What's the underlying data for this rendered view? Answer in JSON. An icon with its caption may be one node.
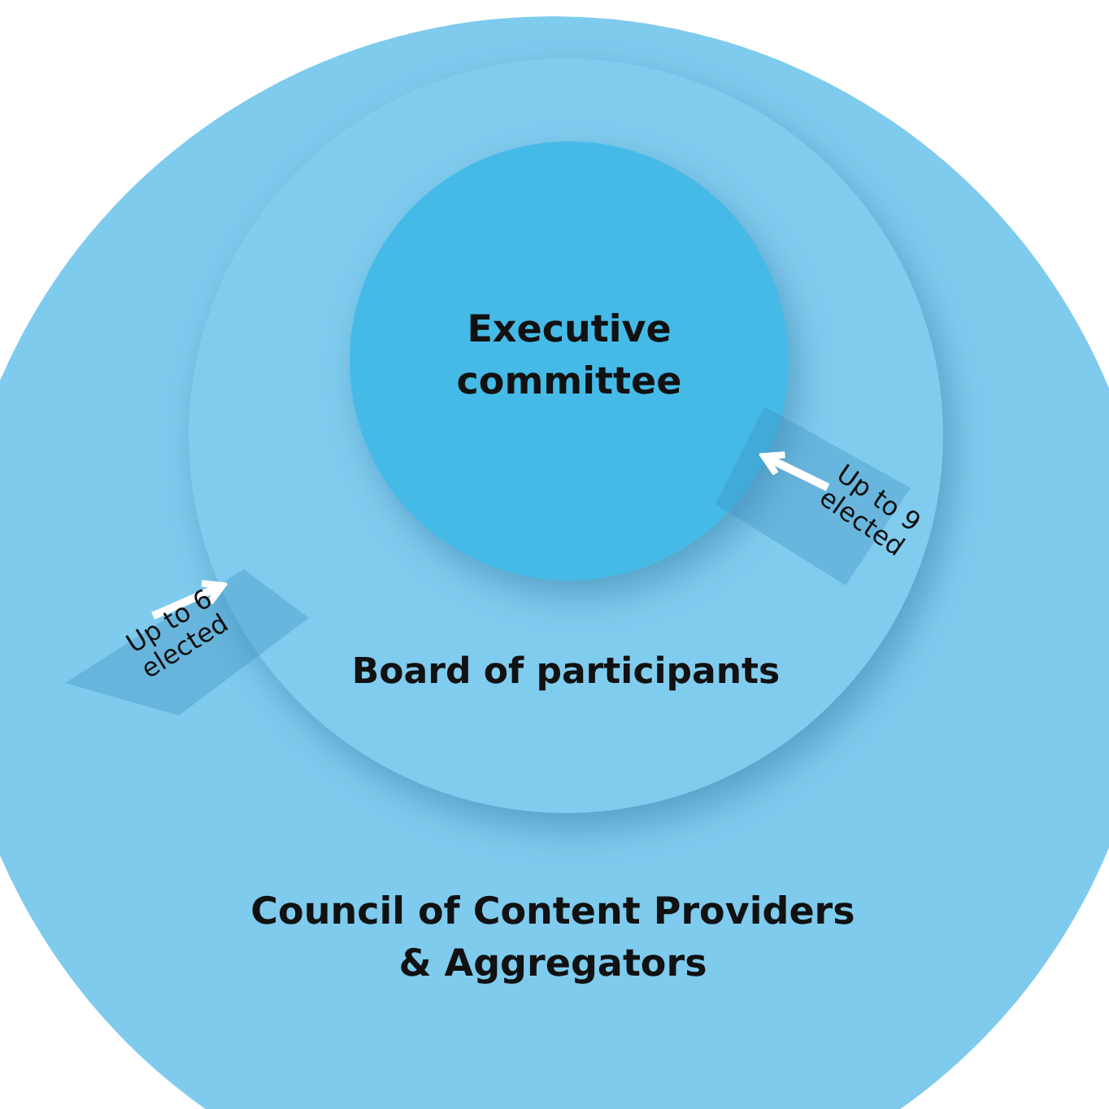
{
  "diagram": {
    "nodes": [
      {
        "text": [
          "Council of Content Providers & Aggregators"
        ]
      },
      {
        "text": [
          "Board of participants"
        ],
        "in": 0
      },
      {
        "text": [
          "Executive committee"
        ],
        "in": 1
      }
    ],
    "edges": [
      {
        "from": null,
        "to": 1,
        "arrow": "to",
        "label": "Up to 6 elected"
      },
      {
        "from": null,
        "to": 2,
        "arrow": "to",
        "label": "Up to 9 elected"
      }
    ]
  }
}
